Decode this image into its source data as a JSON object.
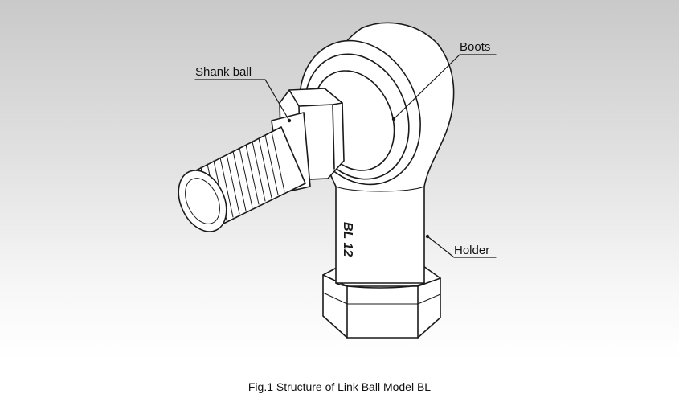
{
  "figure": {
    "callouts": {
      "shank_ball": "Shank ball",
      "boots": "Boots",
      "holder": "Holder"
    },
    "part_marking": "BL 12",
    "caption": "Fig.1 Structure of Link Ball Model BL"
  },
  "colors": {
    "line": "#1a1a1a",
    "part_fill": "#ffffff",
    "background_top": "#c9c9c9",
    "background_bottom": "#ffffff"
  }
}
